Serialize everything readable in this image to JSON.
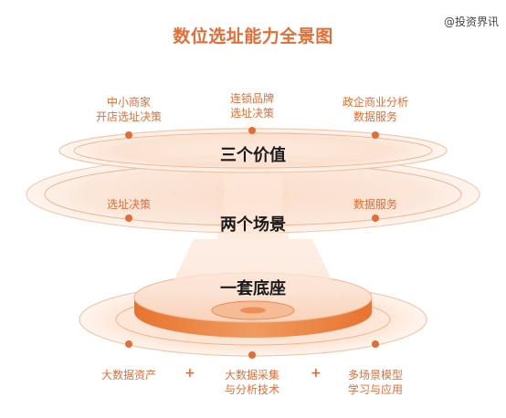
{
  "title": "数位选址能力全景图",
  "watermark": "@投资界讯",
  "colors": {
    "accent": "#e46d35",
    "accent_light": "#f8d8c4",
    "text": "#1a1a1a"
  },
  "layers": {
    "top": {
      "name": "三个价值",
      "labels": [
        {
          "line1": "中小商家",
          "line2": "开店选址决策"
        },
        {
          "line1": "连锁品牌",
          "line2": "选址决策"
        },
        {
          "line1": "政企商业分析",
          "line2": "数据服务"
        }
      ]
    },
    "middle": {
      "name": "两个场景",
      "labels": [
        {
          "line1": "选址决策"
        },
        {
          "line1": "数据服务"
        }
      ]
    },
    "base": {
      "name": "一套底座",
      "labels": [
        {
          "line1": "大数据资产"
        },
        {
          "line1": "大数据采集",
          "line2": "与分析技术"
        },
        {
          "line1": "多场景模型",
          "line2": "学习与应用"
        }
      ],
      "plus": "+"
    }
  }
}
